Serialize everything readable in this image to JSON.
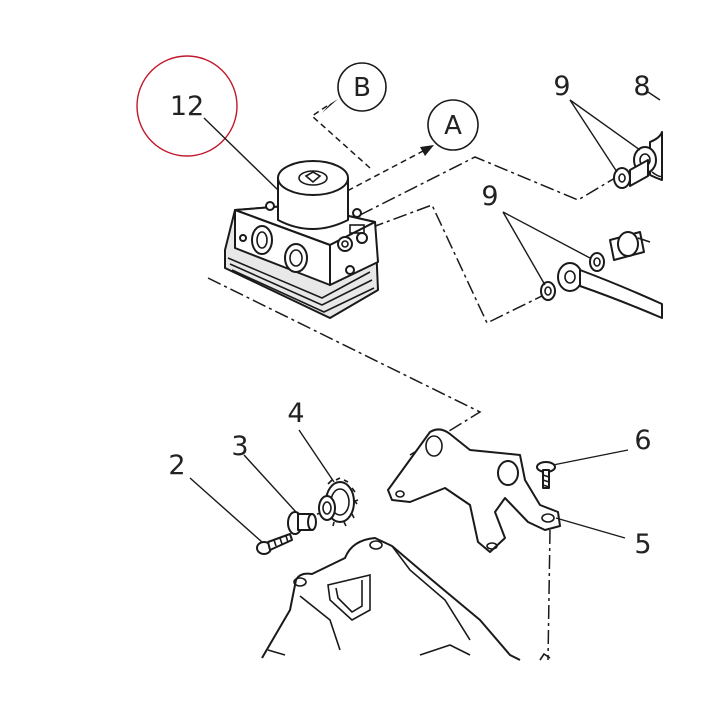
{
  "diagram": {
    "callouts": {
      "c12": "12",
      "c9a": "9",
      "c8": "8",
      "c9b": "9",
      "c4": "4",
      "c3": "3",
      "c2": "2",
      "c6": "6",
      "c5": "5"
    },
    "references": {
      "refA": "A",
      "refB": "B"
    },
    "highlight_color": "#c2182b",
    "line_color": "#1a1a1a"
  }
}
